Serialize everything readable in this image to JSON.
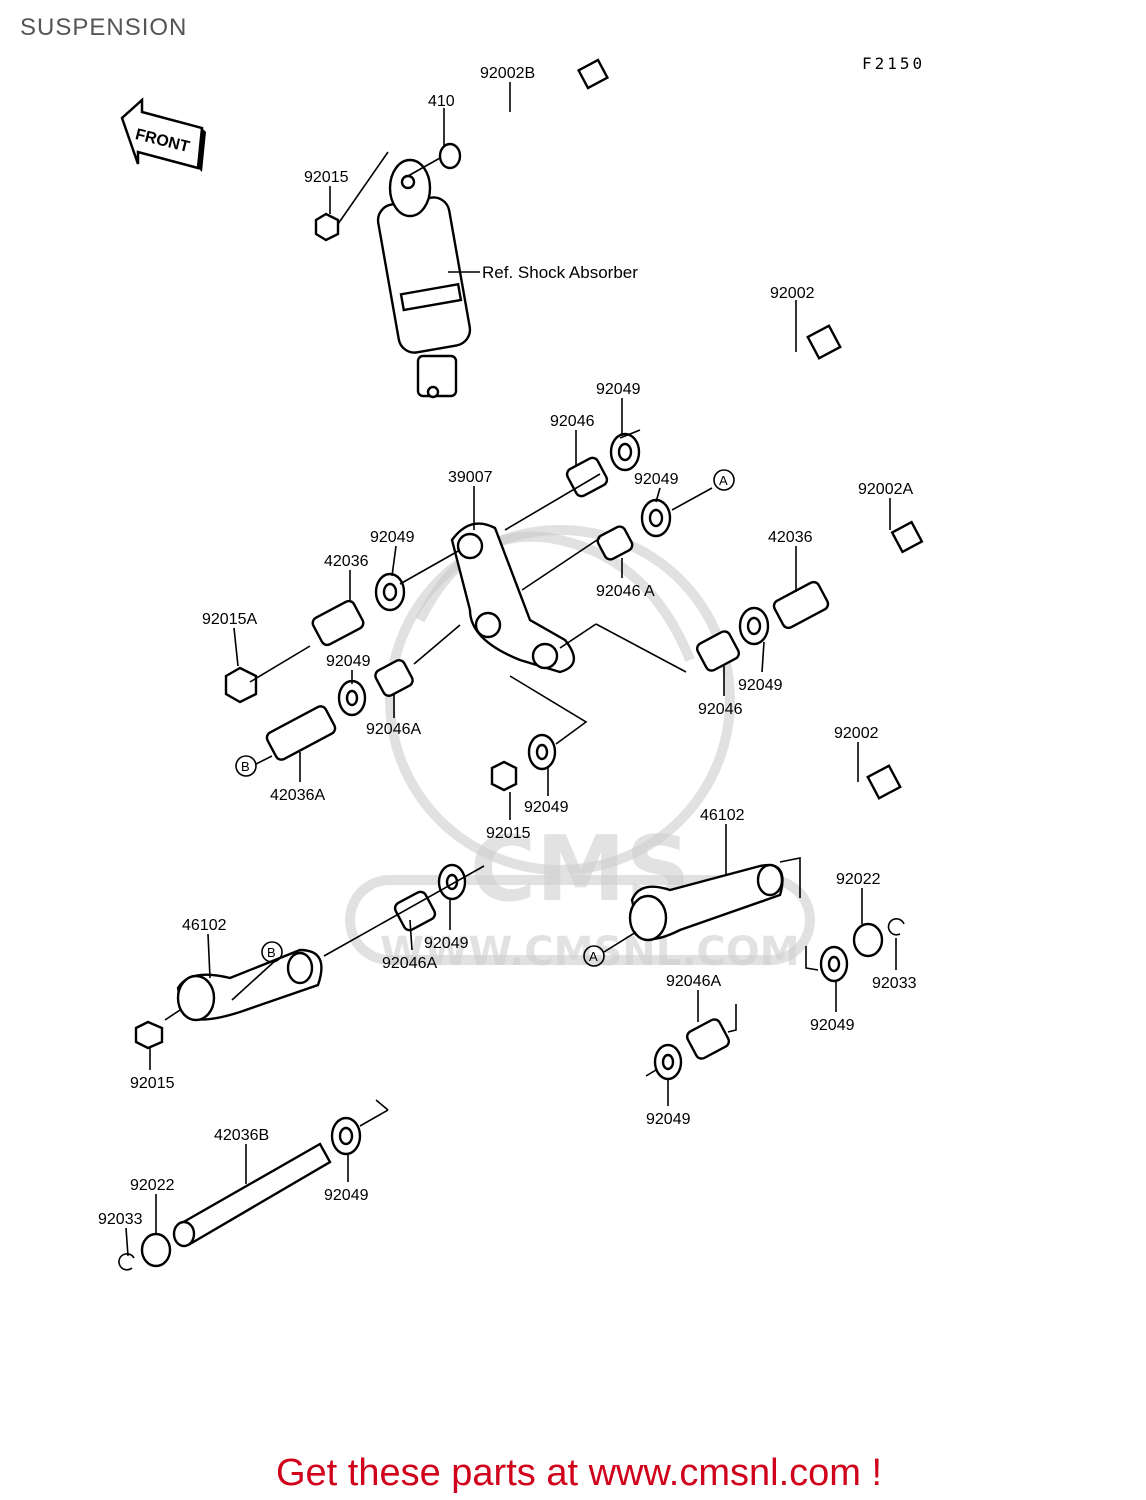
{
  "page_title": "SUSPENSION",
  "figure_code": "F2150",
  "front_marker": "FRONT",
  "watermark": {
    "brand": "CMS",
    "url": "WWW.CMSNL.COM"
  },
  "reference_label": "Ref. Shock Absorber",
  "part_labels": [
    "92002B",
    "410",
    "92015",
    "92002",
    "92049",
    "92046",
    "39007",
    "92049",
    "92002A",
    "42036",
    "92049",
    "42036",
    "92046 A",
    "92015A",
    "92049",
    "92046A",
    "92046",
    "92049",
    "42036A",
    "92015",
    "92049",
    "92002",
    "46102",
    "92022",
    "46102",
    "92049",
    "92046A",
    "92033",
    "92046A",
    "92049",
    "92015",
    "92049",
    "42036B",
    "92049",
    "92022",
    "92033"
  ],
  "connection_markers": [
    "A",
    "B",
    "B",
    "A"
  ],
  "footer": {
    "text": "Get these parts at www.cmsnl.com !",
    "color": "#d0021b"
  }
}
